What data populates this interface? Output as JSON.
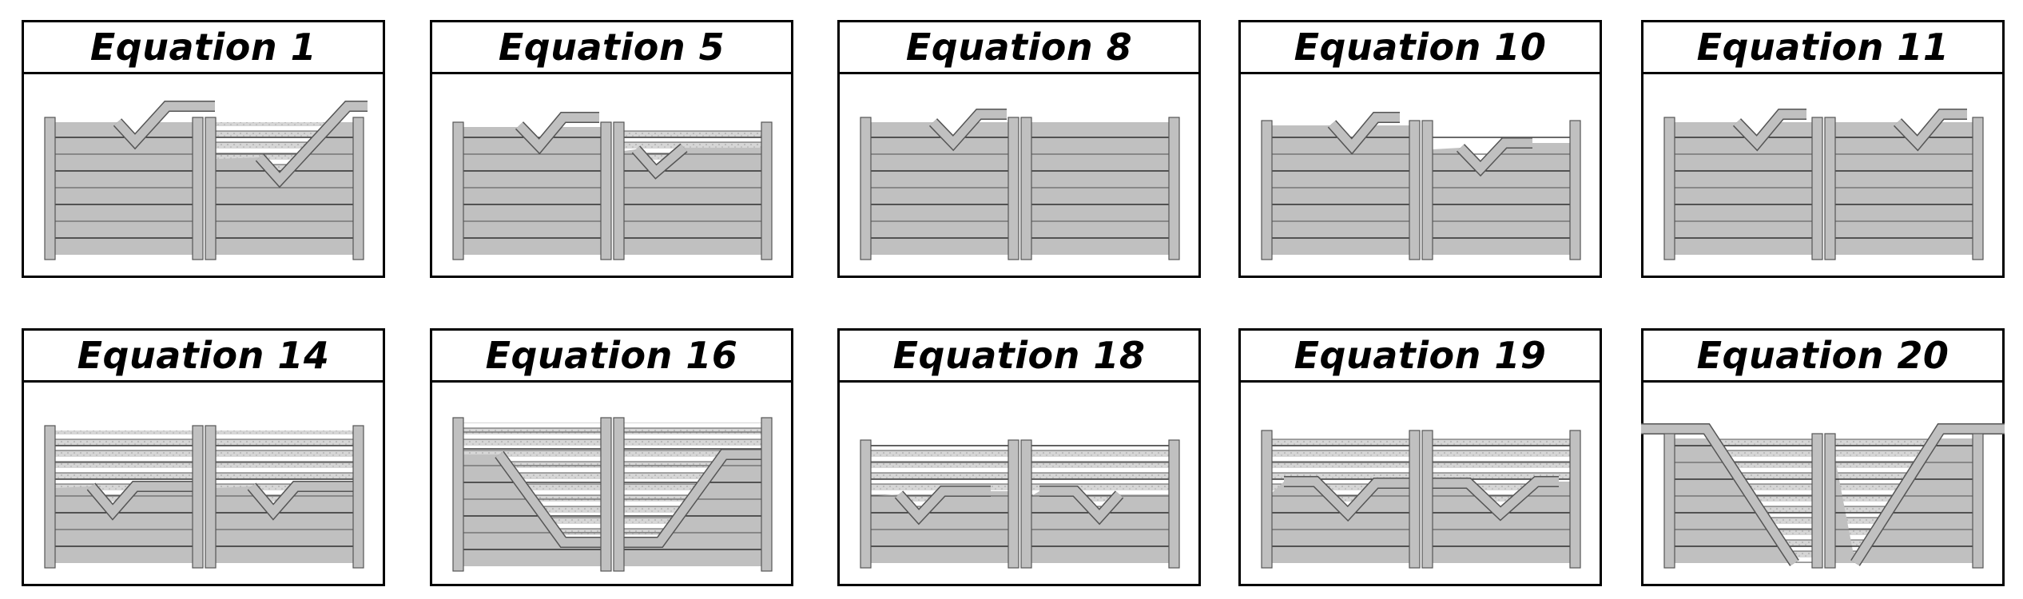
{
  "panels": [
    {
      "title": "Equation 1"
    },
    {
      "title": "Equation 5"
    },
    {
      "title": "Equation 8"
    },
    {
      "title": "Equation 10"
    },
    {
      "title": "Equation 11"
    },
    {
      "title": "Equation 14"
    },
    {
      "title": "Equation 16"
    },
    {
      "title": "Equation 18"
    },
    {
      "title": "Equation 19"
    },
    {
      "title": "Equation 20"
    }
  ],
  "colors": {
    "gate": "#c0c0c0",
    "outline": "#555555",
    "stipple": "#d6d6d6",
    "border": "#000000"
  }
}
